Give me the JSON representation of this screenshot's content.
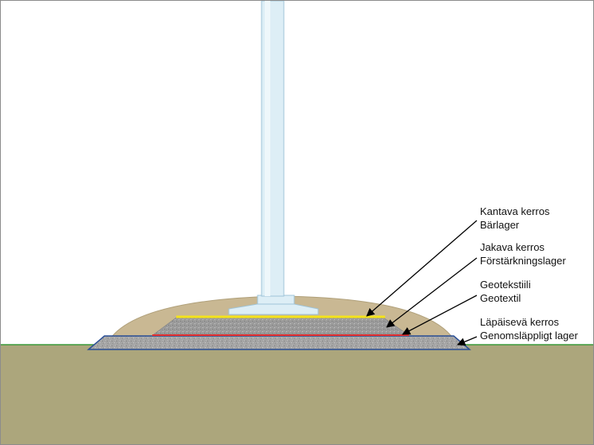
{
  "labels": [
    {
      "fi": "Kantava kerros",
      "sv": "Bärlager"
    },
    {
      "fi": "Jakava kerros",
      "sv": "Förstärkningslager"
    },
    {
      "fi": "Geotekstiili",
      "sv": "Geotextil"
    },
    {
      "fi": "Läpäisevä kerros",
      "sv": "Genomsläppligt lager"
    }
  ],
  "colors": {
    "ground": "#aca67c",
    "ground_line": "#3a9a3a",
    "mound": "#c9b893",
    "gravel": "#a3a3a3",
    "post": "#ddeef6",
    "post_outline": "#9fc4d8",
    "bearing_layer": "#f5e31a",
    "geotextile": "#e43030",
    "permeable_outline": "#2a4f96"
  }
}
